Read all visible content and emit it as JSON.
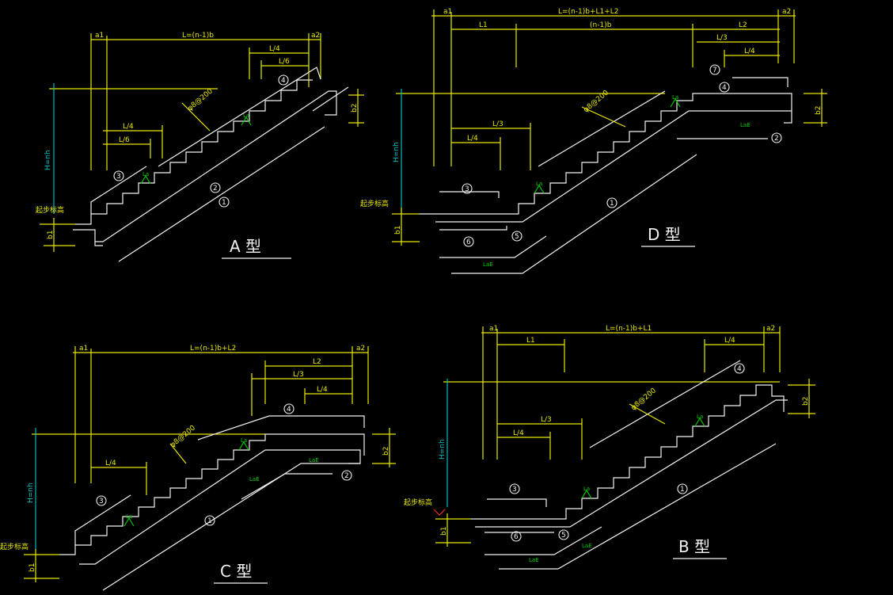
{
  "window": {
    "title": ""
  },
  "colors": {
    "background": "#000000",
    "dimension": "#e8e800",
    "rebar": "#f2f2f2",
    "height": "#00c8c8",
    "anchor": "#00d000",
    "elevation_marker": "#ff3030"
  },
  "panels": {
    "A": {
      "caption": "A 型",
      "labels": {
        "a1": "a1",
        "a2": "a2",
        "span": "L=(n-1)b",
        "top_quarter": "L/4",
        "top_sixth": "L/6",
        "bot_quarter": "L/4",
        "bot_sixth": "L/6",
        "height": "H=nh",
        "b2": "b2",
        "b1": "b1",
        "spacing": "φ8@200",
        "start_elev": "起步标高",
        "la": "La"
      },
      "markers": [
        "1",
        "2",
        "3",
        "4"
      ]
    },
    "D": {
      "caption": "D 型",
      "labels": {
        "a1": "a1",
        "a2": "a2",
        "span": "L=(n-1)b+L1+L2",
        "l1": "L1",
        "mid": "(n-1)b",
        "l2": "L2",
        "top_third": "L/3",
        "top_quarter": "L/4",
        "bot_third": "L/3",
        "bot_quarter": "L/4",
        "height": "H=nh",
        "b2": "b2",
        "b1": "b1",
        "spacing": "φ8@200",
        "start_elev": "起步标高",
        "la": "La",
        "lae": "LaE"
      },
      "markers": [
        "1",
        "2",
        "3",
        "4",
        "5",
        "6",
        "7"
      ]
    },
    "C": {
      "caption": "C 型",
      "labels": {
        "a1": "a1",
        "a2": "a2",
        "span": "L=(n-1)b+L2",
        "l2": "L2",
        "top_third": "L/3",
        "top_quarter": "L/4",
        "bot_quarter": "L/4",
        "height": "H=nh",
        "b2": "b2",
        "b1": "b1",
        "spacing": "φ8@200",
        "start_elev": "起步标高",
        "la": "La",
        "lae": "LaE"
      },
      "markers": [
        "1",
        "2",
        "3",
        "4"
      ]
    },
    "B": {
      "caption": "B 型",
      "labels": {
        "a1": "a1",
        "a2": "a2",
        "span": "L=(n-1)b+L1",
        "l1": "L1",
        "top_quarter": "L/4",
        "bot_third": "L/3",
        "bot_quarter": "L/4",
        "height": "H=nh",
        "b2": "b2",
        "b1": "b1",
        "spacing": "φ8@200",
        "start_elev": "起步标高",
        "la": "La",
        "lae": "LaE"
      },
      "markers": [
        "1",
        "3",
        "4",
        "5",
        "6"
      ]
    }
  }
}
